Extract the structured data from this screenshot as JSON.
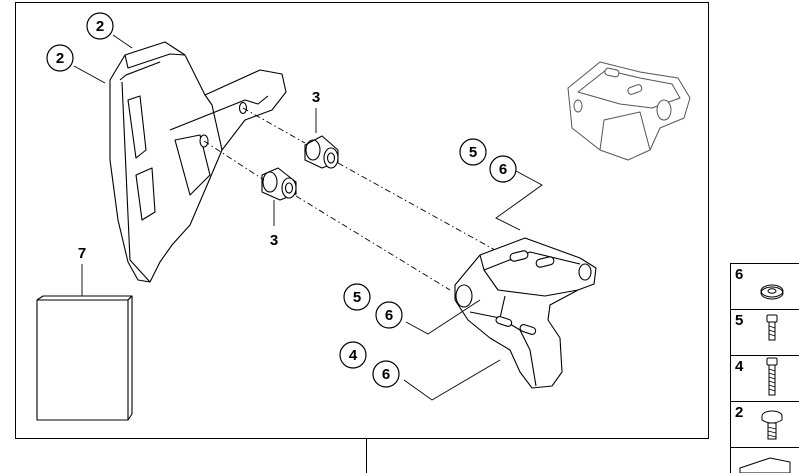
{
  "callouts": {
    "c2_top": "2",
    "c2_left": "2",
    "c3_top": "3",
    "c3_bottom": "3",
    "c5_upper": "5",
    "c6_upper": "6",
    "c7": "7",
    "c5_mid": "5",
    "c6_mid": "6",
    "c4": "4",
    "c6_lower": "6"
  },
  "legend": {
    "items": [
      {
        "number": "6",
        "icon": "washer-icon"
      },
      {
        "number": "5",
        "icon": "short-screw-icon"
      },
      {
        "number": "4",
        "icon": "long-screw-icon"
      },
      {
        "number": "2",
        "icon": "pan-head-screw-icon"
      }
    ]
  }
}
